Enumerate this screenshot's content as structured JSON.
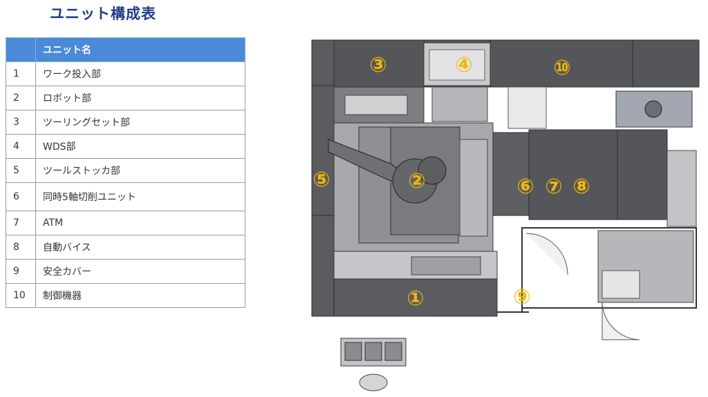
{
  "page_title": "ユニット構成表",
  "table": {
    "header_num": "",
    "header_name": "ユニット名",
    "rows": [
      {
        "no": "1",
        "name": "ワーク投入部"
      },
      {
        "no": "2",
        "name": "ロボット部"
      },
      {
        "no": "3",
        "name": "ツーリングセット部"
      },
      {
        "no": "4",
        "name": "WDS部"
      },
      {
        "no": "5",
        "name": "ツールストッカ部"
      },
      {
        "no": "6",
        "name": "同時5軸切削ユニット"
      },
      {
        "no": "7",
        "name": "ATM"
      },
      {
        "no": "8",
        "name": "自動バイス"
      },
      {
        "no": "9",
        "name": "安全カバー"
      },
      {
        "no": "10",
        "name": "制御機器"
      }
    ]
  },
  "diagram_labels": {
    "l1": "①",
    "l2": "②",
    "l3": "③",
    "l4": "④",
    "l5": "⑤",
    "l6": "⑥",
    "l7": "⑦",
    "l8": "⑧",
    "l9": "⑨",
    "l10": "⑩"
  },
  "colors": {
    "title": "#1f3a8a",
    "header_bg": "#4a8ad8",
    "machine_dark": "#54565a",
    "label": "#f2b705"
  }
}
